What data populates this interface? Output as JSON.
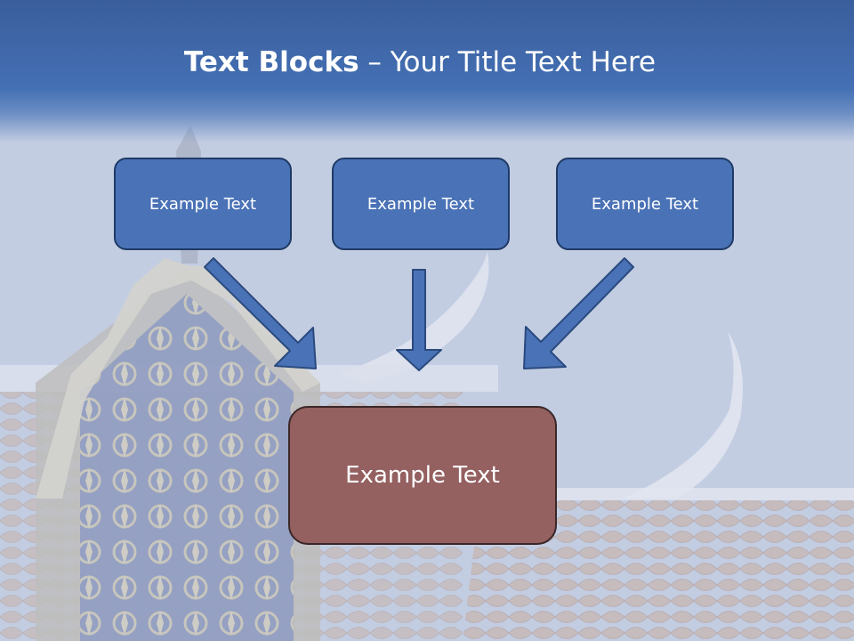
{
  "slide": {
    "title_bold": "Text Blocks",
    "title_separator": " – ",
    "title_rest": "Your Title Text Here"
  },
  "blocks": [
    {
      "label": "Example Text"
    },
    {
      "label": "Example Text"
    },
    {
      "label": "Example Text"
    }
  ],
  "target_block": {
    "label": "Example Text"
  },
  "colors": {
    "title_band": "#4470b4",
    "top_box_fill": "#4a72b6",
    "top_box_border": "#1f3a66",
    "bottom_box_fill": "#946060",
    "arrow_fill": "#4a72b6"
  },
  "icons": [
    "arrow-down-right-icon",
    "arrow-down-icon",
    "arrow-down-left-icon"
  ]
}
